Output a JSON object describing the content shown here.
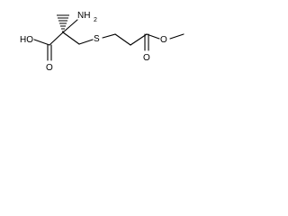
{
  "atoms": {
    "nh2": "NH",
    "nh2_sub": "2",
    "acid_oh": "HO",
    "acid_o": "O",
    "sulfur": "S",
    "ester_o_carbonyl": "O",
    "ester_o_methoxy": "O"
  },
  "colors": {
    "bond": "#000000",
    "text": "#000000",
    "background": "#ffffff"
  }
}
